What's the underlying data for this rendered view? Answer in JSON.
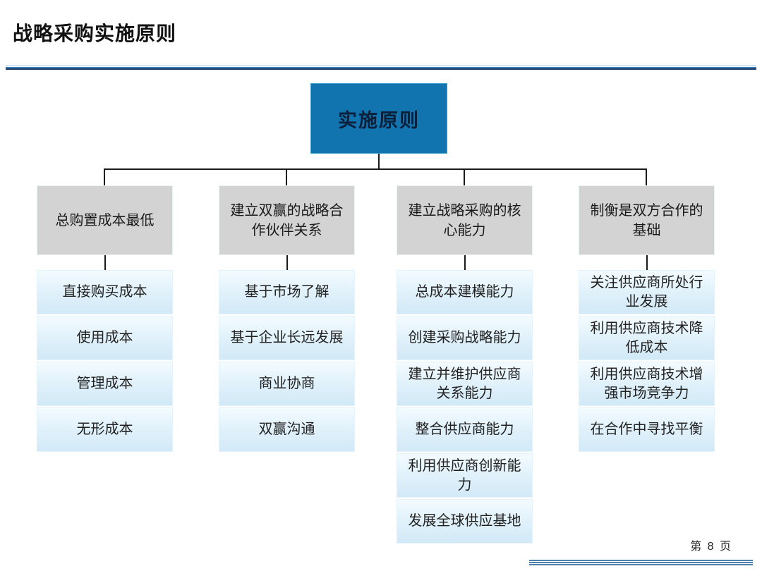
{
  "slide": {
    "title": "战略采购实施原则",
    "page_number": "第 8 页"
  },
  "tree": {
    "root_label": "实施原则",
    "branches": [
      {
        "label": "总购置成本最低",
        "items": [
          "直接购买成本",
          "使用成本",
          "管理成本",
          "无形成本"
        ]
      },
      {
        "label": "建立双赢的战略合作伙伴关系",
        "items": [
          "基于市场了解",
          "基于企业长远发展",
          "商业协商",
          "双赢沟通"
        ]
      },
      {
        "label": "建立战略采购的核心能力",
        "items": [
          "总成本建模能力",
          "创建采购战略能力",
          "建立并维护供应商关系能力",
          "整合供应商能力",
          "利用供应商创新能力",
          "发展全球供应基地"
        ]
      },
      {
        "label": "制衡是双方合作的基础",
        "items": [
          "关注供应商所处行业发展",
          "利用供应商技术降低成本",
          "利用供应商技术增强市场竞争力",
          "在合作中寻找平衡"
        ]
      }
    ]
  },
  "colors": {
    "root_box_fill": "#1274ae",
    "branch_box_fill": "#d3d3d3",
    "leaf_fill_top": "#f4fbff",
    "leaf_fill_bottom": "#d2e9f7",
    "connector_line": "#1a1a1a",
    "header_rule_blue": "#3e7ab6",
    "header_rule_navy": "#1e3c64",
    "footer_rule_blue": "#4f81ad"
  }
}
